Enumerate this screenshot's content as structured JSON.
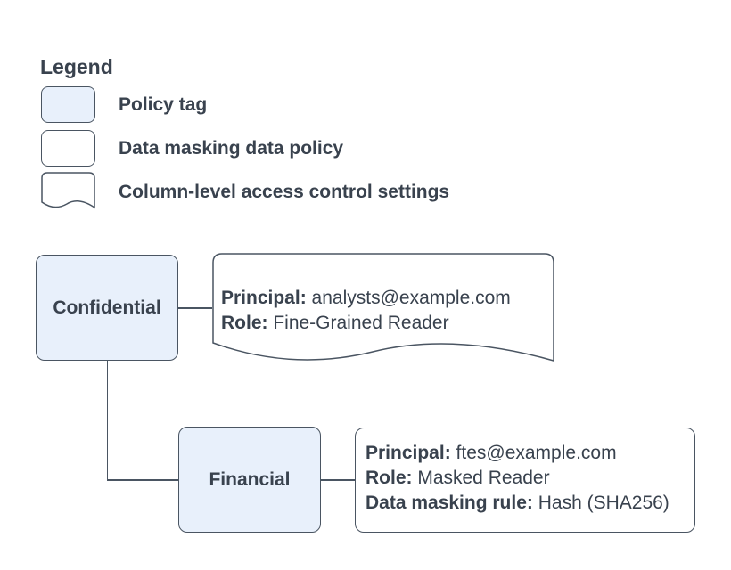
{
  "legend": {
    "title": "Legend",
    "items": [
      {
        "shape": "policy-tag-rounded-rect",
        "label": "Policy tag"
      },
      {
        "shape": "data-policy-rect",
        "label": "Data masking data policy"
      },
      {
        "shape": "document",
        "label": "Column-level access control settings"
      }
    ]
  },
  "diagram": {
    "nodes": {
      "confidential": {
        "label": "Confidential"
      },
      "financial": {
        "label": "Financial"
      }
    },
    "access_control_doc": {
      "lines": [
        {
          "key": "Principal:",
          "value": " analysts@example.com"
        },
        {
          "key": "Role:",
          "value": " Fine-Grained Reader"
        }
      ]
    },
    "masking_policy_box": {
      "lines": [
        {
          "key": "Principal:",
          "value": " ftes@example.com"
        },
        {
          "key": "Role:",
          "value": " Masked Reader"
        },
        {
          "key": "Data masking rule:",
          "value": " Hash (SHA256)"
        }
      ]
    }
  },
  "colors": {
    "policy_tag_fill": "#e8f0fb",
    "stroke": "#4a5562",
    "text": "#39424e",
    "background": "#ffffff"
  }
}
